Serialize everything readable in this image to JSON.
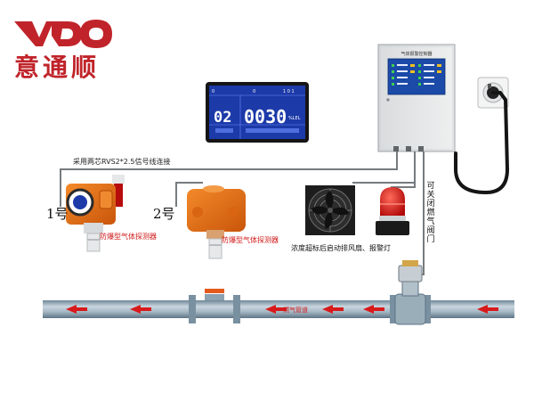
{
  "logo": {
    "latin": "VDO",
    "chinese": "意通顺"
  },
  "lcd": {
    "top_label_1": "0",
    "top_label_2": "0",
    "top_label_3": "1 0 1",
    "channel": "02",
    "reading": "0030",
    "unit": "%LEL",
    "colors": {
      "bezel": "#151515",
      "screen": "#1c3aa8",
      "panel_line": "#6f8cff"
    }
  },
  "controller": {
    "title": "气体报警控制器"
  },
  "labels": {
    "wire": "采用两芯RVS2*2.5信号线连接",
    "detector1_number": "1号",
    "detector2_number": "2号",
    "detector1_name": "防爆型气体探测器",
    "detector2_name": "防爆型气体探测器",
    "fan_caption": "浓度超标后启动排风扇、报警灯",
    "valve_caption": "可关闭燃气阀门",
    "pipe_label": "燃气管道"
  },
  "colors": {
    "logo_red": "#c0242a",
    "detector_orange": "#e86a12",
    "pipe": "#8fa7b8",
    "arrow_red": "#d81a1a",
    "alarm_red": "#d81010"
  }
}
